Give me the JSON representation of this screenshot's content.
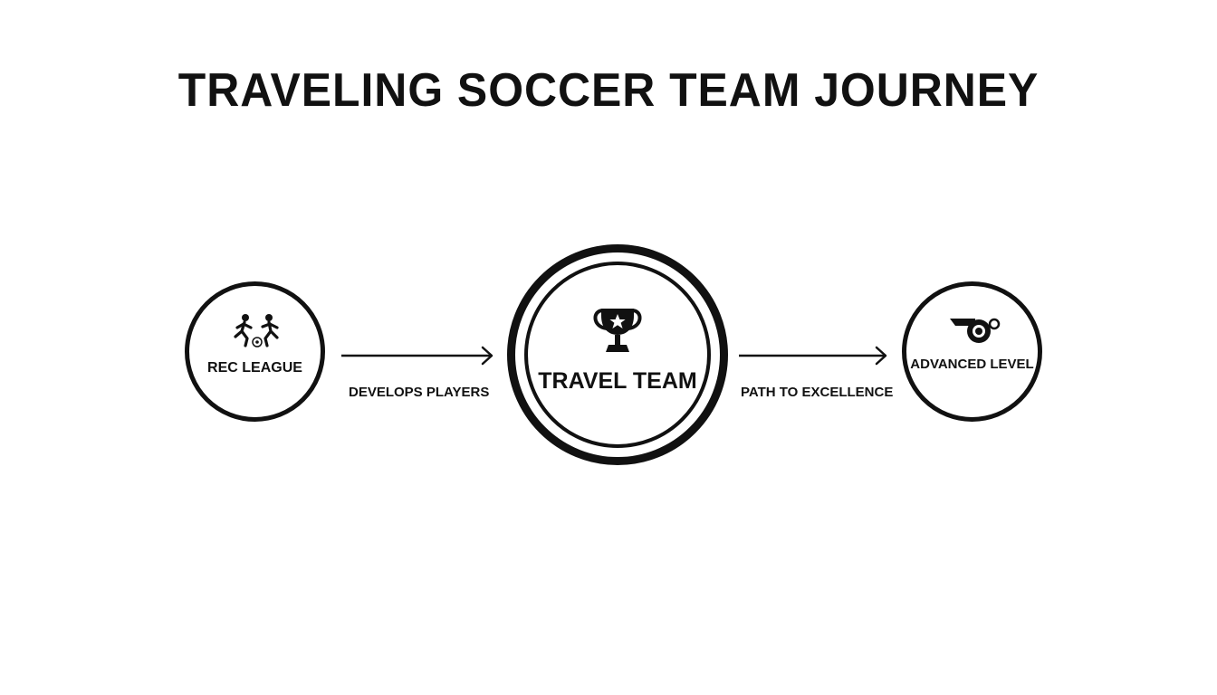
{
  "title": "TRAVELING SOCCER TEAM JOURNEY",
  "nodes": {
    "rec_league": {
      "label": "REC LEAGUE",
      "icon": "soccer-players-icon"
    },
    "travel_team": {
      "label": "TRAVEL TEAM",
      "icon": "trophy-icon"
    },
    "advanced_level": {
      "label": "ADVANCED LEVEL",
      "icon": "whistle-icon"
    }
  },
  "edges": {
    "develops": {
      "label": "DEVELOPS PLAYERS"
    },
    "path": {
      "label": "PATH TO EXCELLENCE"
    }
  },
  "colors": {
    "stroke": "#111111",
    "background": "#ffffff"
  }
}
